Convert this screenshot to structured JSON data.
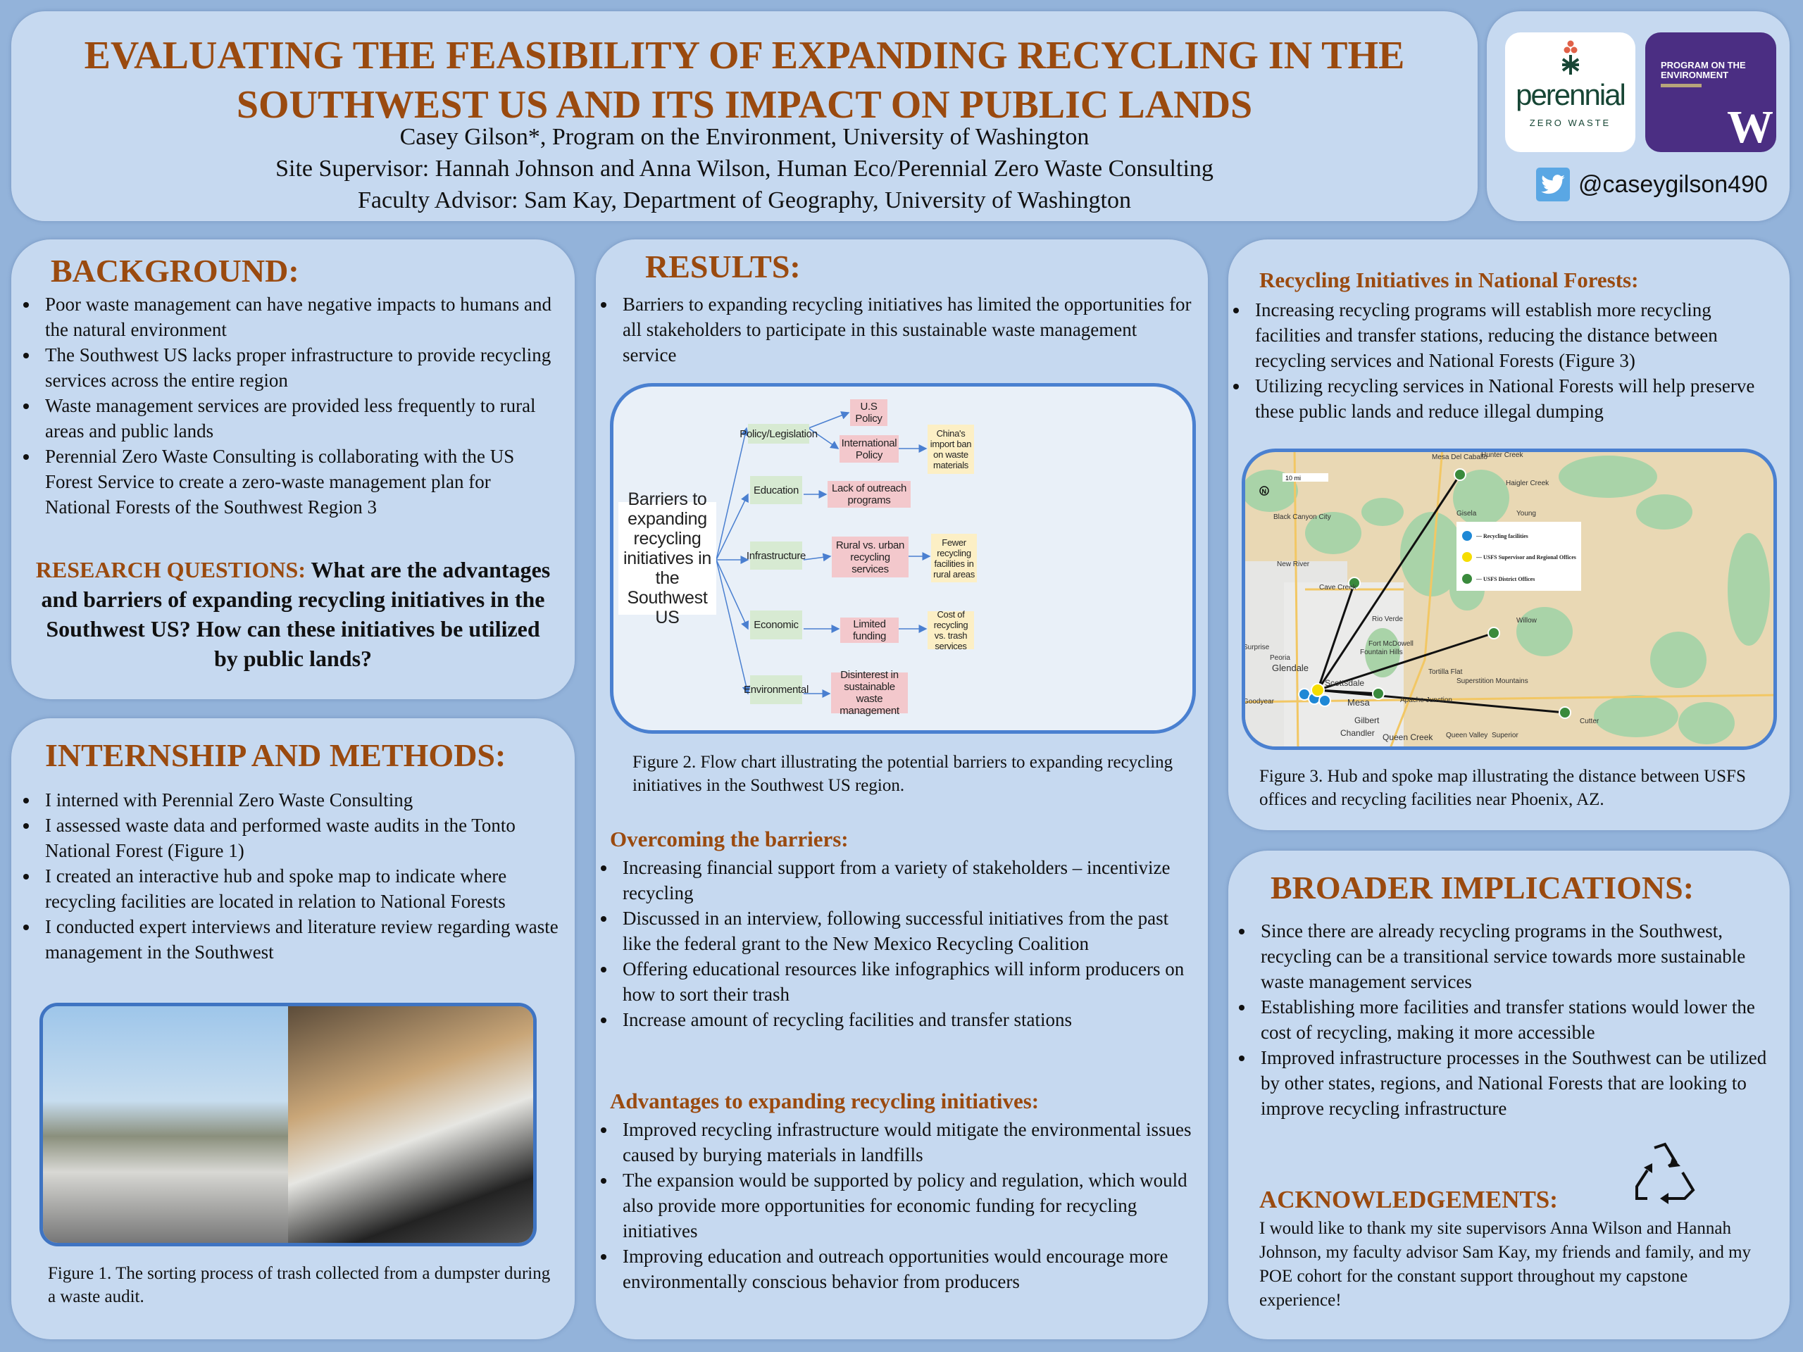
{
  "header": {
    "title_line1": "EVALUATING THE FEASIBILITY OF EXPANDING RECYCLING IN THE",
    "title_line2": "SOUTHWEST US AND ITS IMPACT ON PUBLIC LANDS",
    "author": "Casey Gilson*, Program on the Environment, University of Washington",
    "supervisor": "Site Supervisor: Hannah Johnson and Anna Wilson, Human Eco/Perennial Zero Waste Consulting",
    "advisor": "Faculty Advisor: Sam Kay, Department of Geography, University of Washington"
  },
  "logos": {
    "perennial": "perennial",
    "perennial_sub": "ZERO WASTE",
    "poe_line1": "PROGRAM ON THE",
    "poe_line2": "ENVIRONMENT",
    "uw": "W",
    "twitter": "@caseygilson490"
  },
  "background": {
    "heading": "BACKGROUND:",
    "bullets": [
      "Poor waste management can have negative impacts to humans and the natural environment",
      "The Southwest US lacks proper infrastructure to provide recycling services across the entire region",
      "Waste management services are provided less frequently to rural areas and public lands",
      "Perennial Zero Waste Consulting is collaborating with the US Forest Service to create a zero-waste management plan for National Forests of the Southwest Region 3"
    ],
    "rq_label": "RESEARCH QUESTIONS:",
    "rq_text": " What are the advantages and barriers of expanding recycling initiatives in the Southwest US? How can these initiatives be utilized by public lands?"
  },
  "methods": {
    "heading": "INTERNSHIP AND METHODS:",
    "bullets": [
      "I interned with Perennial Zero Waste Consulting",
      "I assessed waste data and performed waste audits in the Tonto National Forest (Figure 1)",
      "I created an interactive hub and spoke map to indicate where recycling facilities are located in relation to National Forests",
      "I conducted expert interviews and literature review regarding waste management in the Southwest"
    ],
    "caption": "Figure 1. The sorting process of trash collected from a dumpster during a waste audit."
  },
  "results": {
    "heading": "RESULTS:",
    "bullets": [
      "Barriers to expanding recycling initiatives has limited the opportunities for all stakeholders to participate in this sustainable waste management service"
    ],
    "flow": {
      "root": "Barriers to expanding recycling initiatives in the Southwest US",
      "policy": "Policy/Legislation",
      "us_policy": "U.S Policy",
      "intl_policy": "International Policy",
      "china": "China's import ban on waste materials",
      "education": "Education",
      "outreach": "Lack of outreach programs",
      "infrastructure": "Infrastructure",
      "rural": "Rural vs. urban recycling services",
      "fewer": "Fewer recycling facilities in rural areas",
      "economic": "Economic",
      "funding": "Limited funding",
      "cost": "Cost of recycling vs. trash services",
      "environmental": "Environmental",
      "disinterest": "Disinterest in sustainable waste management"
    },
    "caption": "Figure 2. Flow chart illustrating the potential barriers to expanding recycling initiatives in the Southwest US region.",
    "overcoming_heading": "Overcoming the barriers:",
    "overcoming": [
      "Increasing financial support from a variety of stakeholders – incentivize recycling",
      "Discussed in an interview, following successful initiatives from the past like the federal grant to the New Mexico Recycling Coalition",
      "Offering educational resources like infographics will inform producers on how to sort their trash",
      "Increase amount of recycling facilities and transfer stations"
    ],
    "advantages_heading": "Advantages to expanding recycling initiatives:",
    "advantages": [
      "Improved recycling infrastructure would mitigate the environmental issues caused by burying materials in landfills",
      "The expansion would be supported by policy and regulation, which would also provide more opportunities for economic funding for recycling initiatives",
      "Improving education and outreach opportunities would encourage more environmentally conscious behavior from producers"
    ]
  },
  "forests": {
    "heading": "Recycling Initiatives in National Forests:",
    "bullets": [
      "Increasing recycling programs will establish more recycling facilities and transfer stations, reducing the distance between recycling services and National Forests (Figure 3)",
      "Utilizing recycling services in National Forests will help preserve these public lands and reduce illegal dumping"
    ],
    "map": {
      "scale": "10 mi",
      "north": "N",
      "legend": [
        "— Recycling facilities",
        "— USFS Supervisor and Regional Offices",
        "— USFS District Offices"
      ],
      "places": [
        "Mesa Del Caballo",
        "Hunter Creek",
        "Haigler Creek",
        "Black Canyon City",
        "Gisela",
        "Young",
        "New River",
        "Cave Creek",
        "Rio Verde",
        "Willow",
        "Fort McDowell",
        "Fountain Hills",
        "Peoria",
        "Glendale",
        "Scottsdale",
        "Tortilla Flat",
        "Superstition Mountains",
        "Mesa",
        "Apache Junction",
        "Gilbert",
        "Chandler",
        "Queen Valley",
        "Superior",
        "Queen Creek",
        "Cutter",
        "Surprise",
        "Goodyear"
      ]
    },
    "caption": "Figure 3. Hub and spoke map illustrating the distance between USFS offices and recycling facilities near Phoenix, AZ."
  },
  "implications": {
    "heading": "BROADER IMPLICATIONS:",
    "bullets": [
      "Since there are already recycling programs in the Southwest, recycling can be a transitional service towards more sustainable waste management services",
      "Establishing more facilities and transfer stations would lower the cost of recycling, making it more accessible",
      "Improved infrastructure processes in the Southwest can be utilized by other states, regions, and National Forests that are looking to improve recycling infrastructure"
    ],
    "ack_heading": "ACKNOWLEDGEMENTS:",
    "ack_text": "I would like to thank my site supervisors Anna Wilson and Hannah Johnson, my faculty advisor Sam Kay, my friends and family, and my POE cohort for the constant support throughout my capstone experience!"
  }
}
